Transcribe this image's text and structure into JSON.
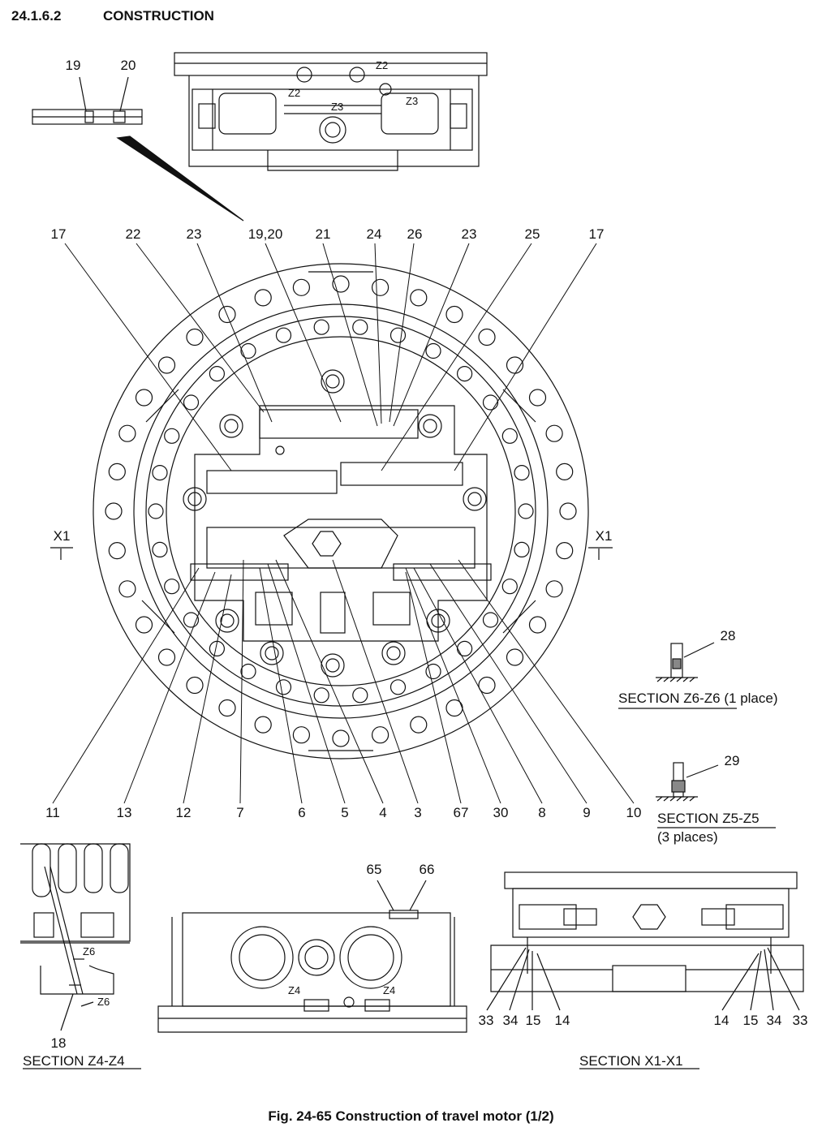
{
  "header": {
    "section_number": "24.1.6.2",
    "title": "CONSTRUCTION"
  },
  "top_view": {
    "labels": [
      "19",
      "20"
    ],
    "cuts": [
      "Z2",
      "Z2",
      "Z3",
      "Z3"
    ]
  },
  "main_view": {
    "top_labels": [
      "17",
      "22",
      "23",
      "19,20",
      "21",
      "24",
      "26",
      "23",
      "25",
      "17"
    ],
    "bottom_labels": [
      "11",
      "13",
      "12",
      "7",
      "6",
      "5",
      "4",
      "3",
      "67",
      "30",
      "8",
      "9",
      "10"
    ],
    "section_marks": [
      "X1",
      "X1"
    ]
  },
  "section_z6": {
    "label": "28",
    "title": "SECTION Z6-Z6",
    "note": "(1 place)"
  },
  "section_z5": {
    "label": "29",
    "title": "SECTION Z5-Z5",
    "note": "(3 places)"
  },
  "section_z4": {
    "label": "18",
    "title": "SECTION Z4-Z4",
    "cuts": [
      "Z6",
      "Z6"
    ]
  },
  "bottom_mid": {
    "labels": [
      "65",
      "66"
    ],
    "cuts": [
      "Z4",
      "Z4"
    ]
  },
  "section_x1": {
    "title": "SECTION X1-X1",
    "labels": [
      "33",
      "34",
      "15",
      "14",
      "14",
      "15",
      "34",
      "33"
    ]
  },
  "caption": "Fig. 24-65 Construction of travel motor (1/2)"
}
